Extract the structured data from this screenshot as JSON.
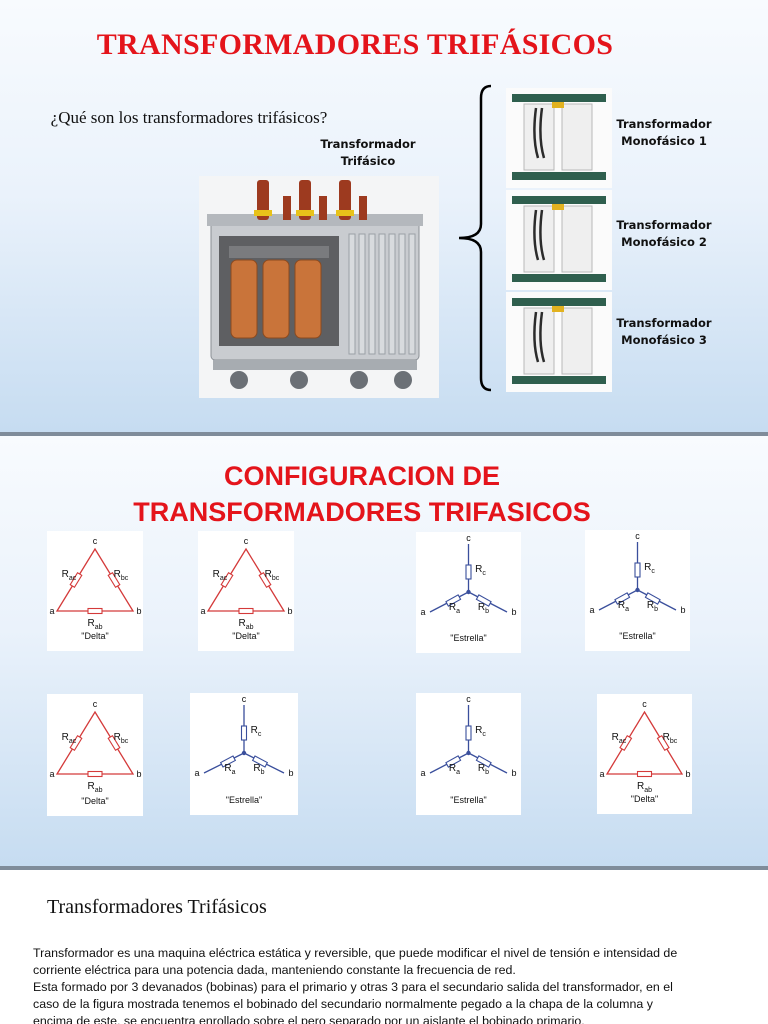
{
  "slide1": {
    "title": "TRANSFORMADORES TRIFÁSICOS",
    "question": "¿Qué son los transformadores trifásicos?",
    "three_phase_caption": [
      "Transformador",
      "Trifásico"
    ],
    "single_phase_captions": [
      [
        "Transformador",
        "Monofásico 1"
      ],
      [
        "Transformador",
        "Monofásico 2"
      ],
      [
        "Transformador",
        "Monofásico 3"
      ]
    ]
  },
  "slide2": {
    "title_lines": [
      "CONFIGURACION DE",
      "TRANSFORMADORES TRIFASICOS"
    ],
    "delta_color": "#d43a3a",
    "star_color": "#3a4f9c",
    "diagrams": [
      {
        "type": "delta",
        "caption": "\"Delta\""
      },
      {
        "type": "delta",
        "caption": "\"Delta\""
      },
      {
        "type": "star",
        "caption": "\"Estrella\""
      },
      {
        "type": "star",
        "caption": "\"Estrella\""
      },
      {
        "type": "delta",
        "caption": "\"Delta\""
      },
      {
        "type": "star",
        "caption": "\"Estrella\""
      },
      {
        "type": "star",
        "caption": "\"Estrella\""
      },
      {
        "type": "delta",
        "caption": "\"Delta\""
      }
    ],
    "node_labels": {
      "a": "a",
      "b": "b",
      "c": "c"
    },
    "delta_resistors": {
      "ac": [
        "R",
        "ac"
      ],
      "bc": [
        "R",
        "bc"
      ],
      "ab": [
        "R",
        "ab"
      ]
    },
    "star_resistors": {
      "a": [
        "R",
        "a"
      ],
      "b": [
        "R",
        "b"
      ],
      "c": [
        "R",
        "c"
      ]
    }
  },
  "slide3": {
    "title": "Transformadores Trifásicos",
    "lines": [
      "Transformador es una maquina eléctrica estática y reversible, que puede modificar el nivel de tensión e intensidad de",
      "corriente eléctrica para una potencia dada, manteniendo constante la frecuencia de red.",
      "Esta formado por 3 devanados (bobinas) para el primario y otras 3 para el secundario salida del transformador, en el",
      "caso de la figura mostrada tenemos el bobinado del secundario normalmente pegado a la chapa de la columna y",
      "encima de este, se encuentra enrollado sobre el pero separado por un aislante el bobinado primario."
    ]
  }
}
